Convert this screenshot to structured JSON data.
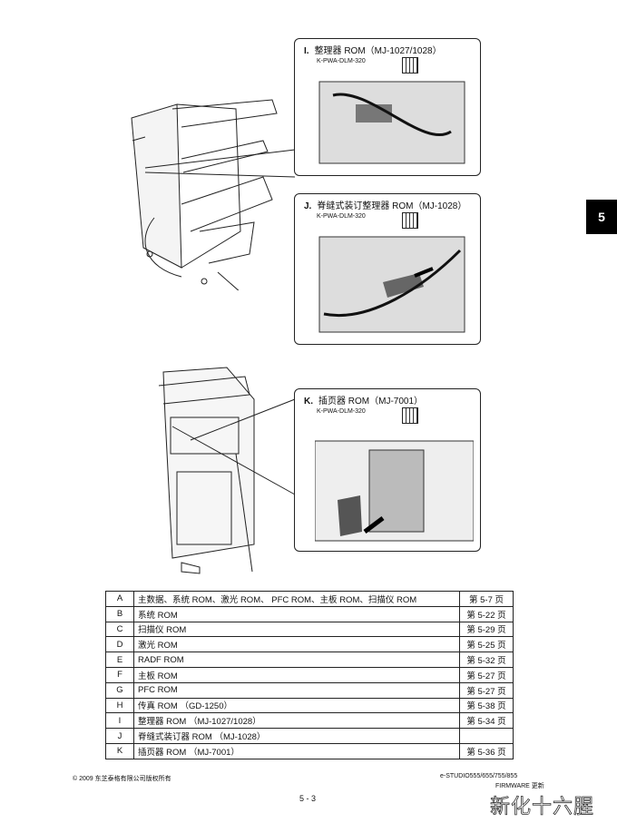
{
  "side_tab": "5",
  "callouts": [
    {
      "letter": "I.",
      "title": "整理器 ROM（MJ-1027/1028）",
      "part": "K-PWA-DLM-320"
    },
    {
      "letter": "J.",
      "title": "脊缝式装订整理器 ROM（MJ-1028）",
      "part": "K-PWA-DLM-320"
    },
    {
      "letter": "K.",
      "title": "插页器 ROM（MJ-7001）",
      "part": "K-PWA-DLM-320"
    }
  ],
  "table": {
    "rows": [
      {
        "id": "A",
        "desc": "主数据、系统 ROM、激光 ROM、 PFC ROM、主板 ROM、扫描仪 ROM",
        "page": "第 5-7 页"
      },
      {
        "id": "B",
        "desc": "系统 ROM",
        "page": "第 5-22 页"
      },
      {
        "id": "C",
        "desc": "扫描仪 ROM",
        "page": "第 5-29 页"
      },
      {
        "id": "D",
        "desc": "激光 ROM",
        "page": "第 5-25 页"
      },
      {
        "id": "E",
        "desc": "RADF ROM",
        "page": "第 5-32 页"
      },
      {
        "id": "F",
        "desc": "主板 ROM",
        "page": "第 5-27 页"
      },
      {
        "id": "G",
        "desc": "PFC ROM",
        "page": "第 5-27 页"
      },
      {
        "id": "H",
        "desc": "传真 ROM （GD-1250）",
        "page": "第 5-38 页"
      },
      {
        "id": "I",
        "desc": "整理器 ROM （MJ-1027/1028）",
        "page": "第 5-34 页"
      },
      {
        "id": "J",
        "desc": "脊缝式装订器 ROM （MJ-1028）",
        "page": ""
      },
      {
        "id": "K",
        "desc": "插页器 ROM （MJ-7001）",
        "page": "第 5-36 页"
      }
    ]
  },
  "footer": {
    "copyright": "© 2009 东芝泰格有限公司版权所有",
    "model": "e-STUDIO555/655/755/855",
    "subtitle": "FIRMWARE 更新",
    "page_number": "5 - 3",
    "watermark": "新化十六腥"
  }
}
